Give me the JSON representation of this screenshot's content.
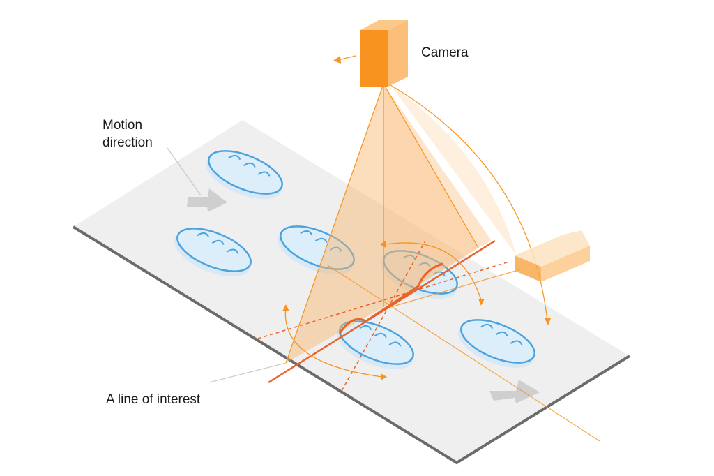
{
  "labels": {
    "camera": "Camera",
    "motion_line1": "Motion",
    "motion_line2": "direction",
    "line_of_interest": "A line of interest"
  },
  "colors": {
    "conveyor_surface": "#efefef",
    "conveyor_edge": "#6b6b6b",
    "camera_orange": "#f7931e",
    "camera_light": "#fbbf7a",
    "view_frustum": "#f9b46b",
    "line_of_interest": "#e8622a",
    "bread_outline": "#4aa3df",
    "bread_fill": "#cfe6f7",
    "arrow_gray": "#cfcfcf"
  },
  "icons": {
    "camera_top": "camera-box-icon",
    "camera_rotated": "camera-box-icon",
    "motion_arrow": "arrow-right-icon",
    "bread": "bread-loaf-icon"
  }
}
